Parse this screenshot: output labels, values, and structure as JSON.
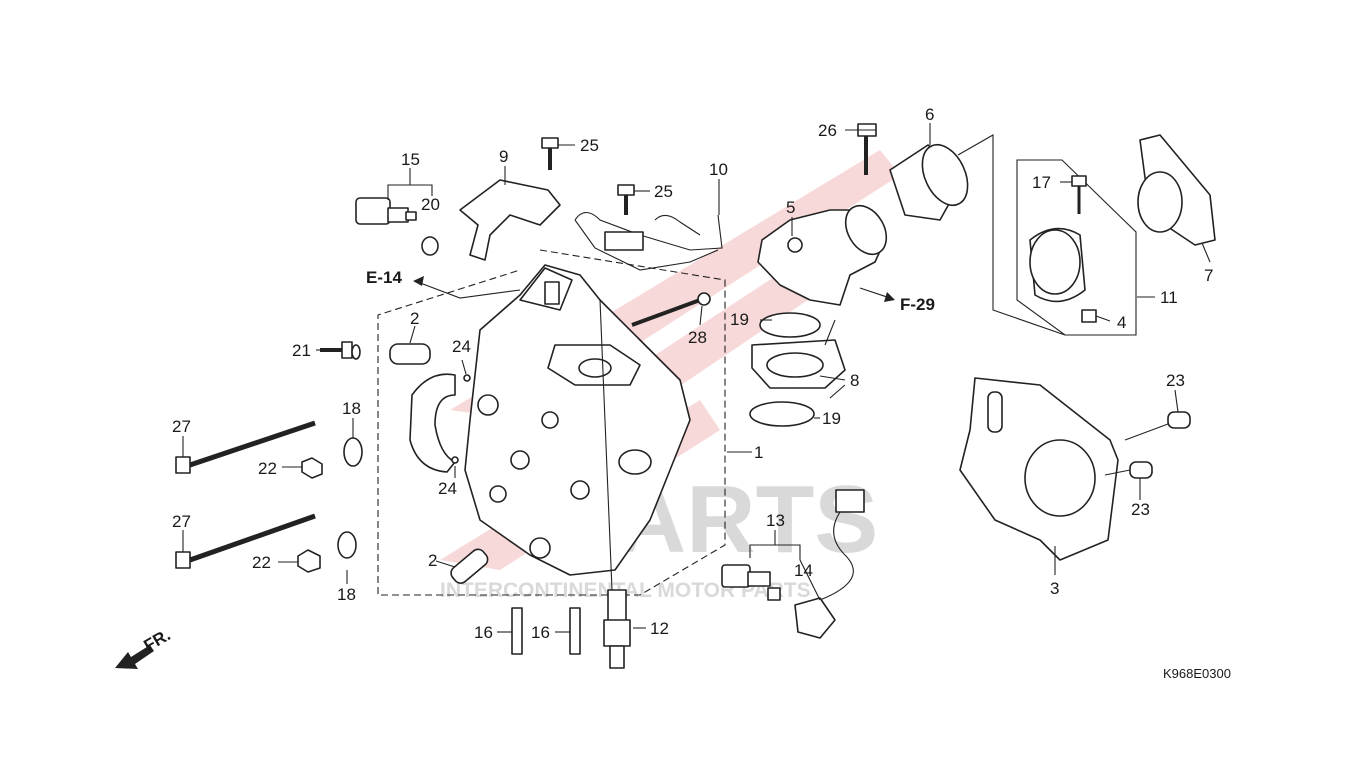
{
  "watermark": {
    "brand": "PARTS",
    "tagline": "INTERCONTINENTAL MOTOR PARTS"
  },
  "references": {
    "e14": "E-14",
    "f29": "F-29",
    "front": "FR."
  },
  "diagram_code": "K968E0300",
  "callouts": {
    "c1": "1",
    "c2a": "2",
    "c2b": "2",
    "c3": "3",
    "c4": "4",
    "c5": "5",
    "c6": "6",
    "c7": "7",
    "c8": "8",
    "c9": "9",
    "c10": "10",
    "c11": "11",
    "c12": "12",
    "c13": "13",
    "c14": "14",
    "c15": "15",
    "c16a": "16",
    "c16b": "16",
    "c17": "17",
    "c18a": "18",
    "c18b": "18",
    "c19a": "19",
    "c19b": "19",
    "c20": "20",
    "c21": "21",
    "c22a": "22",
    "c22b": "22",
    "c23a": "23",
    "c23b": "23",
    "c24a": "24",
    "c24b": "24",
    "c25a": "25",
    "c25b": "25",
    "c26": "26",
    "c27a": "27",
    "c27b": "27",
    "c28": "28"
  },
  "colors": {
    "line": "#222222",
    "watermark_red": "#f3b9b9",
    "watermark_grey": "#d9d9d9"
  }
}
